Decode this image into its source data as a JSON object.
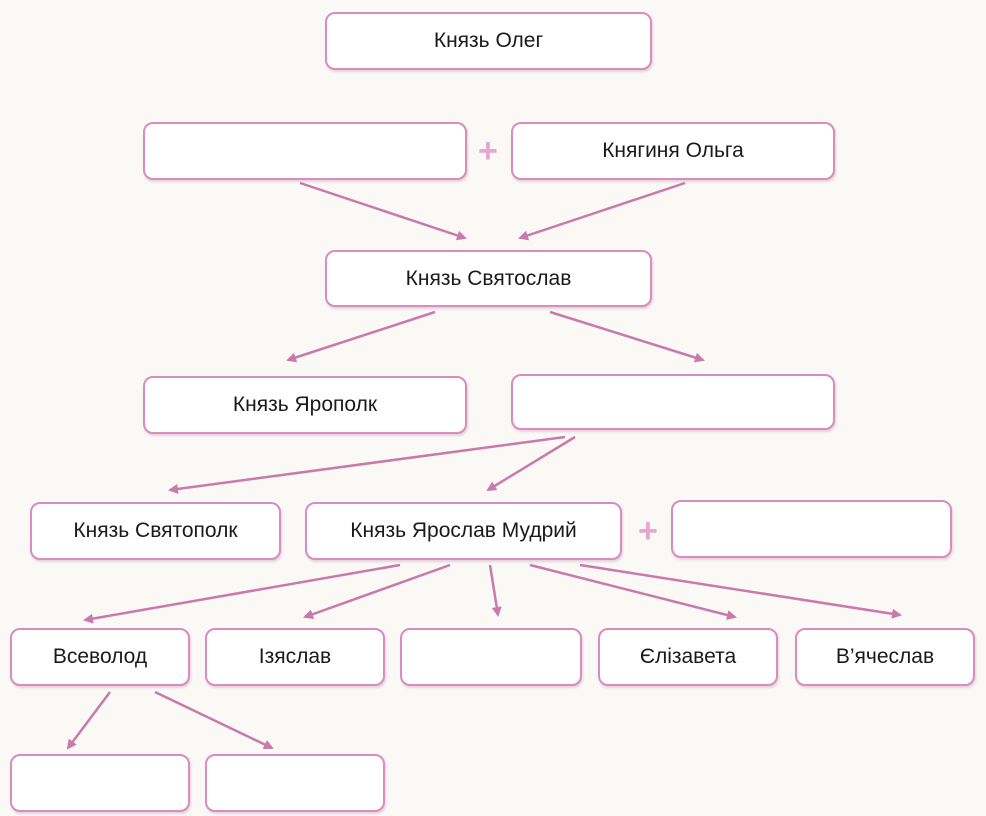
{
  "colors": {
    "border": "#d98cc0",
    "arrow": "#c979ac",
    "plus": "#e7a6cf"
  },
  "boxes": {
    "oleg": "Князь Олег",
    "father_svyatoslav": "",
    "olga": "Княгиня Ольга",
    "svyatoslav": "Князь Святослав",
    "yaropolk": "Князь Ярополк",
    "son_svyatoslav": "",
    "svyatopolk": "Князь Святополк",
    "yaroslav": "Князь Ярослав Мудрий",
    "wife_yaroslav": "",
    "vsevolod": "Всеволод",
    "izyaslav": "Ізяслав",
    "child_yaroslav": "",
    "yelyzaveta": "Єлізавета",
    "vyacheslav": "В’ячеслав",
    "grandchild_1": "",
    "grandchild_2": ""
  },
  "plus_sign": "+"
}
